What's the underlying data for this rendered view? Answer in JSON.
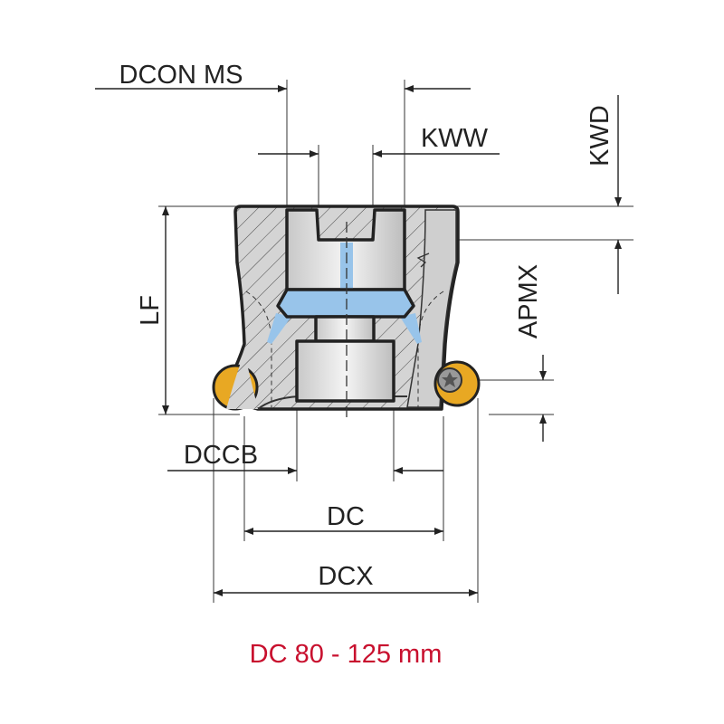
{
  "labels": {
    "dcon_ms": "DCON MS",
    "kww": "KWW",
    "kwd": "KWD",
    "lf": "LF",
    "apmx": "APMX",
    "dccb": "DCCB",
    "dc": "DC",
    "dcx": "DCX"
  },
  "footer": {
    "text": "DC 80 - 125 mm"
  },
  "colors": {
    "body": "#d9d9d9",
    "coolant": "#98c4ea",
    "insert": "#e8a823",
    "footer_text": "#c8102e",
    "outline": "#222222"
  }
}
